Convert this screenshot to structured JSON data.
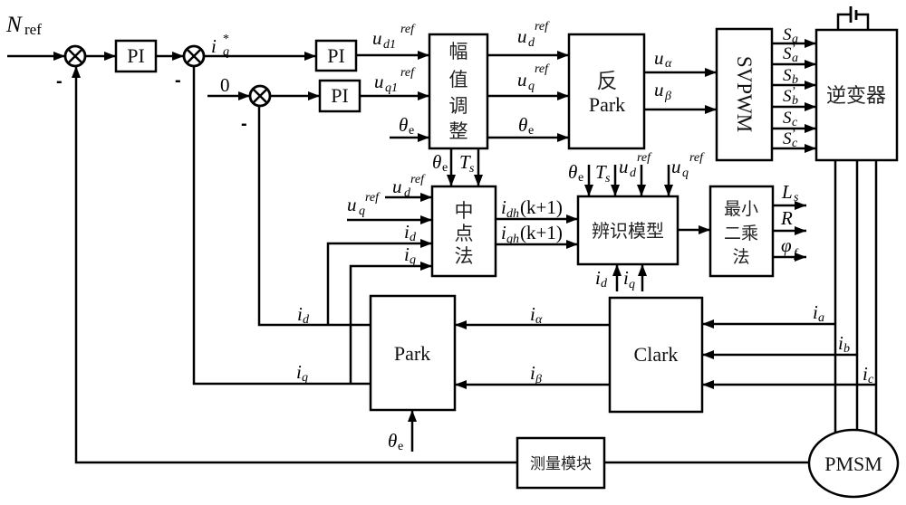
{
  "diagram": {
    "inputs": {
      "speed_ref": {
        "base": "N",
        "sub": "ref"
      },
      "d_axis_ref": "0"
    },
    "signs": {
      "sum1_feedback": "-",
      "sum2_feedback": "-",
      "sum3_feedback": "-"
    },
    "blocks": {
      "speed_pi": "PI",
      "d_pi": "PI",
      "q_pi": "PI",
      "amplitude_adjust": [
        "幅",
        "值",
        "调",
        "整"
      ],
      "inverse_park": [
        "反",
        "Park"
      ],
      "svpwm": "SVPWM",
      "inverter": "逆变器",
      "midpoint_method": [
        "中",
        "点",
        "法"
      ],
      "identification_model": "辨识模型",
      "least_squares": [
        "最小",
        "二乘",
        "法"
      ],
      "park": "Park",
      "clark": "Clark",
      "measurement_module": "测量模块",
      "motor": "PMSM"
    },
    "signals": {
      "iq_star": {
        "base": "i",
        "sup": "*",
        "sub": "q"
      },
      "ud1_ref": {
        "base": "u",
        "sub": "d1",
        "sup": "ref"
      },
      "uq1_ref": {
        "base": "u",
        "sub": "q1",
        "sup": "ref"
      },
      "theta_e": {
        "base": "θ",
        "sub": "e"
      },
      "ud_ref": {
        "base": "u",
        "sub": "d",
        "sup": "ref"
      },
      "uq_ref": {
        "base": "u",
        "sub": "q",
        "sup": "ref"
      },
      "u_alpha": {
        "base": "u",
        "sub": "α"
      },
      "u_beta": {
        "base": "u",
        "sub": "β"
      },
      "switch_signals": [
        {
          "base": "S",
          "sub": "a",
          "prime": ""
        },
        {
          "base": "S",
          "sub": "a",
          "prime": "’"
        },
        {
          "base": "S",
          "sub": "b",
          "prime": ""
        },
        {
          "base": "S",
          "sub": "b",
          "prime": "’"
        },
        {
          "base": "S",
          "sub": "c",
          "prime": ""
        },
        {
          "base": "S",
          "sub": "c",
          "prime": "’"
        }
      ],
      "sample_time": {
        "base": "T",
        "sub": "s"
      },
      "idh_next": {
        "base": "i",
        "sub": "dh",
        "suffix": "(k+1)"
      },
      "iqh_next": {
        "base": "i",
        "sub": "qh",
        "suffix": "(k+1)"
      },
      "i_d": {
        "base": "i",
        "sub": "d"
      },
      "i_q": {
        "base": "i",
        "sub": "q"
      },
      "i_alpha": {
        "base": "i",
        "sub": "α"
      },
      "i_beta": {
        "base": "i",
        "sub": "β"
      },
      "phase_currents": [
        {
          "base": "i",
          "sub": "a"
        },
        {
          "base": "i",
          "sub": "b"
        },
        {
          "base": "i",
          "sub": "c"
        }
      ],
      "identified_params": [
        {
          "base": "L",
          "sub": "s"
        },
        {
          "base": "R",
          "sub": ""
        },
        {
          "base": "φ",
          "sub": "f"
        }
      ]
    }
  }
}
